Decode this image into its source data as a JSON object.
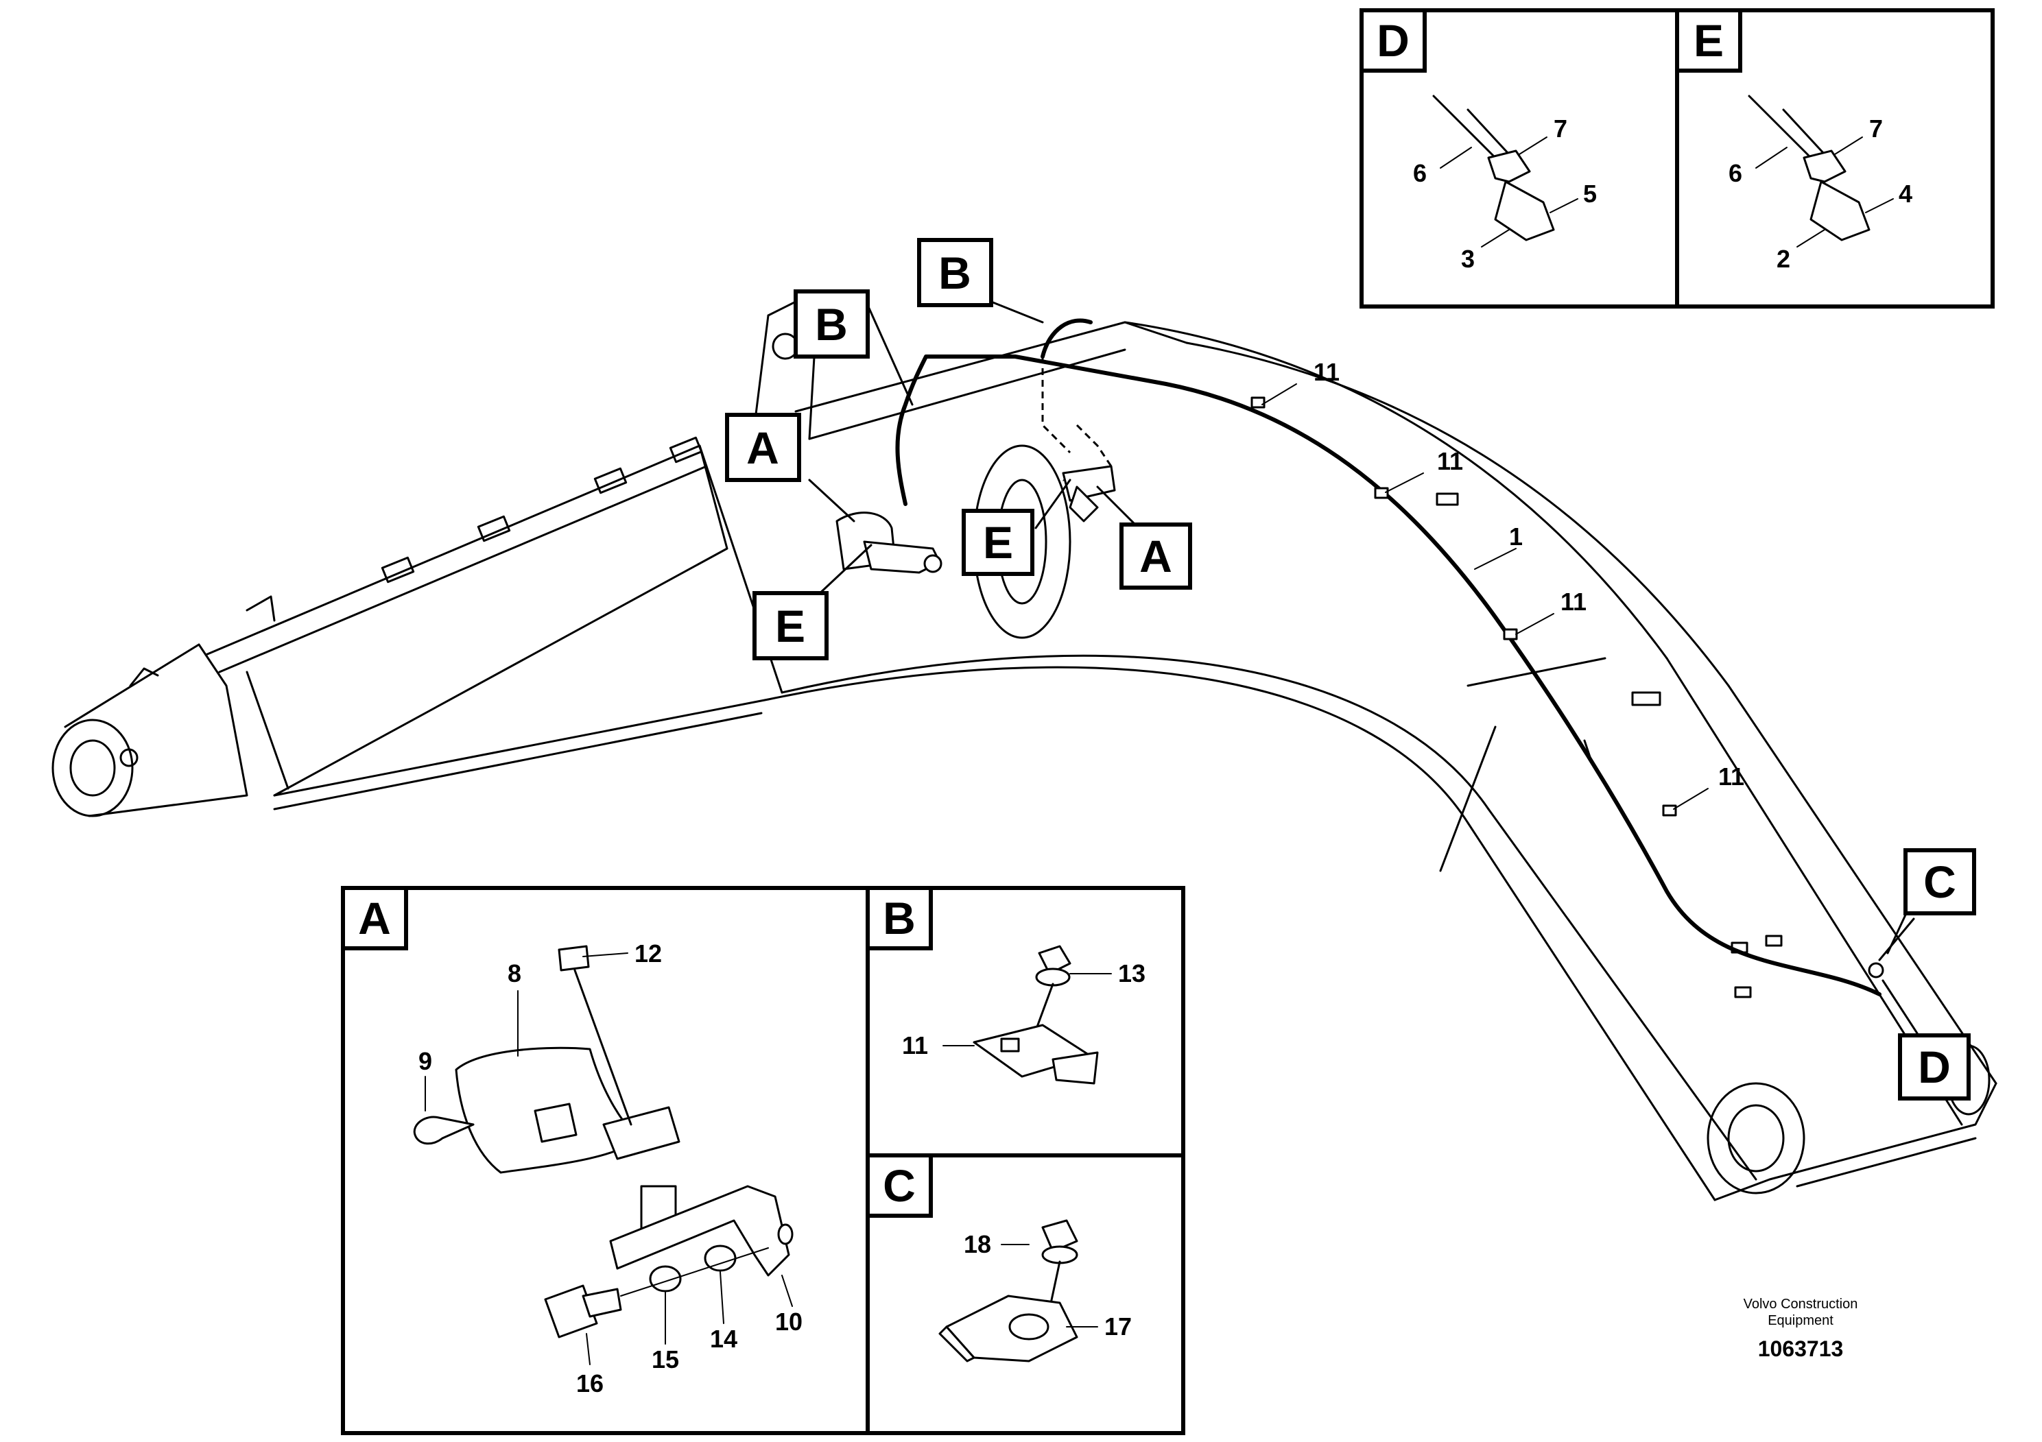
{
  "callouts": [
    {
      "label": "A"
    },
    {
      "label": "A"
    },
    {
      "label": "B"
    },
    {
      "label": "B"
    },
    {
      "label": "C"
    },
    {
      "label": "D"
    },
    {
      "label": "E"
    },
    {
      "label": "E"
    }
  ],
  "main_part_numbers": [
    "11",
    "11",
    "1",
    "11",
    "11"
  ],
  "insets": {
    "D": {
      "label": "D",
      "parts": [
        "7",
        "6",
        "5",
        "3"
      ]
    },
    "E": {
      "label": "E",
      "parts": [
        "7",
        "6",
        "4",
        "2"
      ]
    },
    "A": {
      "label": "A",
      "parts": [
        "12",
        "8",
        "9",
        "10",
        "14",
        "15",
        "16"
      ]
    },
    "B": {
      "label": "B",
      "parts": [
        "13",
        "11"
      ]
    },
    "C": {
      "label": "C",
      "parts": [
        "18",
        "17"
      ]
    }
  },
  "footer": {
    "company_line1": "Volvo Construction",
    "company_line2": "Equipment",
    "drawing_id": "1063713"
  }
}
